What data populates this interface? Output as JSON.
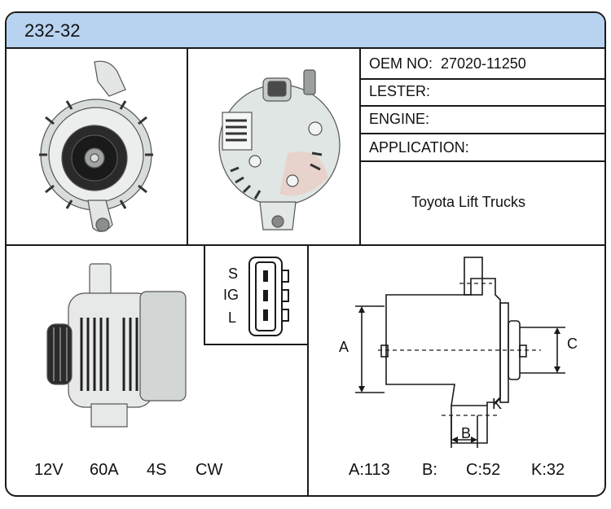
{
  "header": {
    "model": "232-32"
  },
  "info": {
    "oem_label": "OEM NO:",
    "oem_value": "27020-11250",
    "lester_label": "LESTER:",
    "engine_label": "ENGINE:",
    "application_label": "APPLICATION:",
    "application_value": "Toyota Lift Trucks"
  },
  "connector": {
    "pins": [
      "S",
      "IG",
      "L"
    ]
  },
  "electrical": {
    "voltage": "12V",
    "amperage": "60A",
    "groove": "4S",
    "rotation": "CW"
  },
  "dimensions": {
    "a_label": "A:113",
    "b_label": "B:",
    "c_label": "C:52",
    "k_label": "K:32",
    "diagram_a": "A",
    "diagram_b": "B",
    "diagram_c": "C",
    "diagram_k": "K"
  },
  "colors": {
    "title_bar": "#b7d3f0",
    "border": "#1a1a1a"
  }
}
